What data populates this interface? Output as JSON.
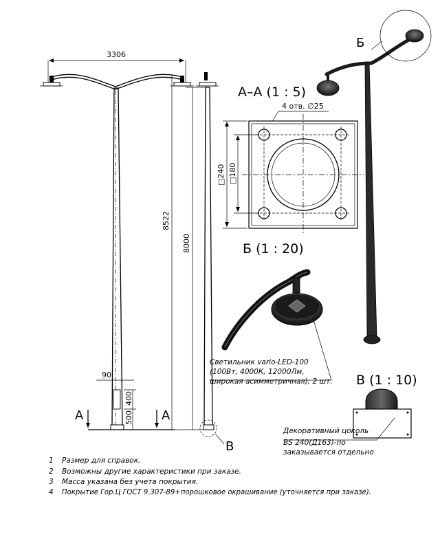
{
  "dimensions": {
    "width": "3306",
    "height_total": "8522",
    "height_pole": "8000",
    "flange_offset": "90",
    "door_height": "400",
    "door_offset": "500",
    "flange_size": "□240",
    "hole_spacing": "□180",
    "holes": "4 отв. ∅25"
  },
  "views": {
    "section_aa": "А–А (1 : 5)",
    "view_b": "Б (1 : 20)",
    "view_v": "В (1 : 10)",
    "label_a_left": "А",
    "label_a_right": "А",
    "label_b": "Б",
    "label_v": "В"
  },
  "callouts": {
    "luminaire": [
      "Светильник vario-LED-100",
      "(100Вт, 4000К, 12000Лм,",
      "широкая асимметричная), 2 шт."
    ],
    "base": [
      "Декоративный цоколь",
      "BS 240(Д163)-по",
      "заказывается отдельно"
    ]
  },
  "notes": [
    {
      "num": "1",
      "text": "Размер для справок."
    },
    {
      "num": "2",
      "text": "Возможны другие характеристики при заказе."
    },
    {
      "num": "3",
      "text": "Масса указана без учета покрытия."
    },
    {
      "num": "4",
      "text": "Покрытие Гор.Ц ГОСТ 9.307-89+порошковое окрашивание (уточняется при заказе)."
    }
  ]
}
